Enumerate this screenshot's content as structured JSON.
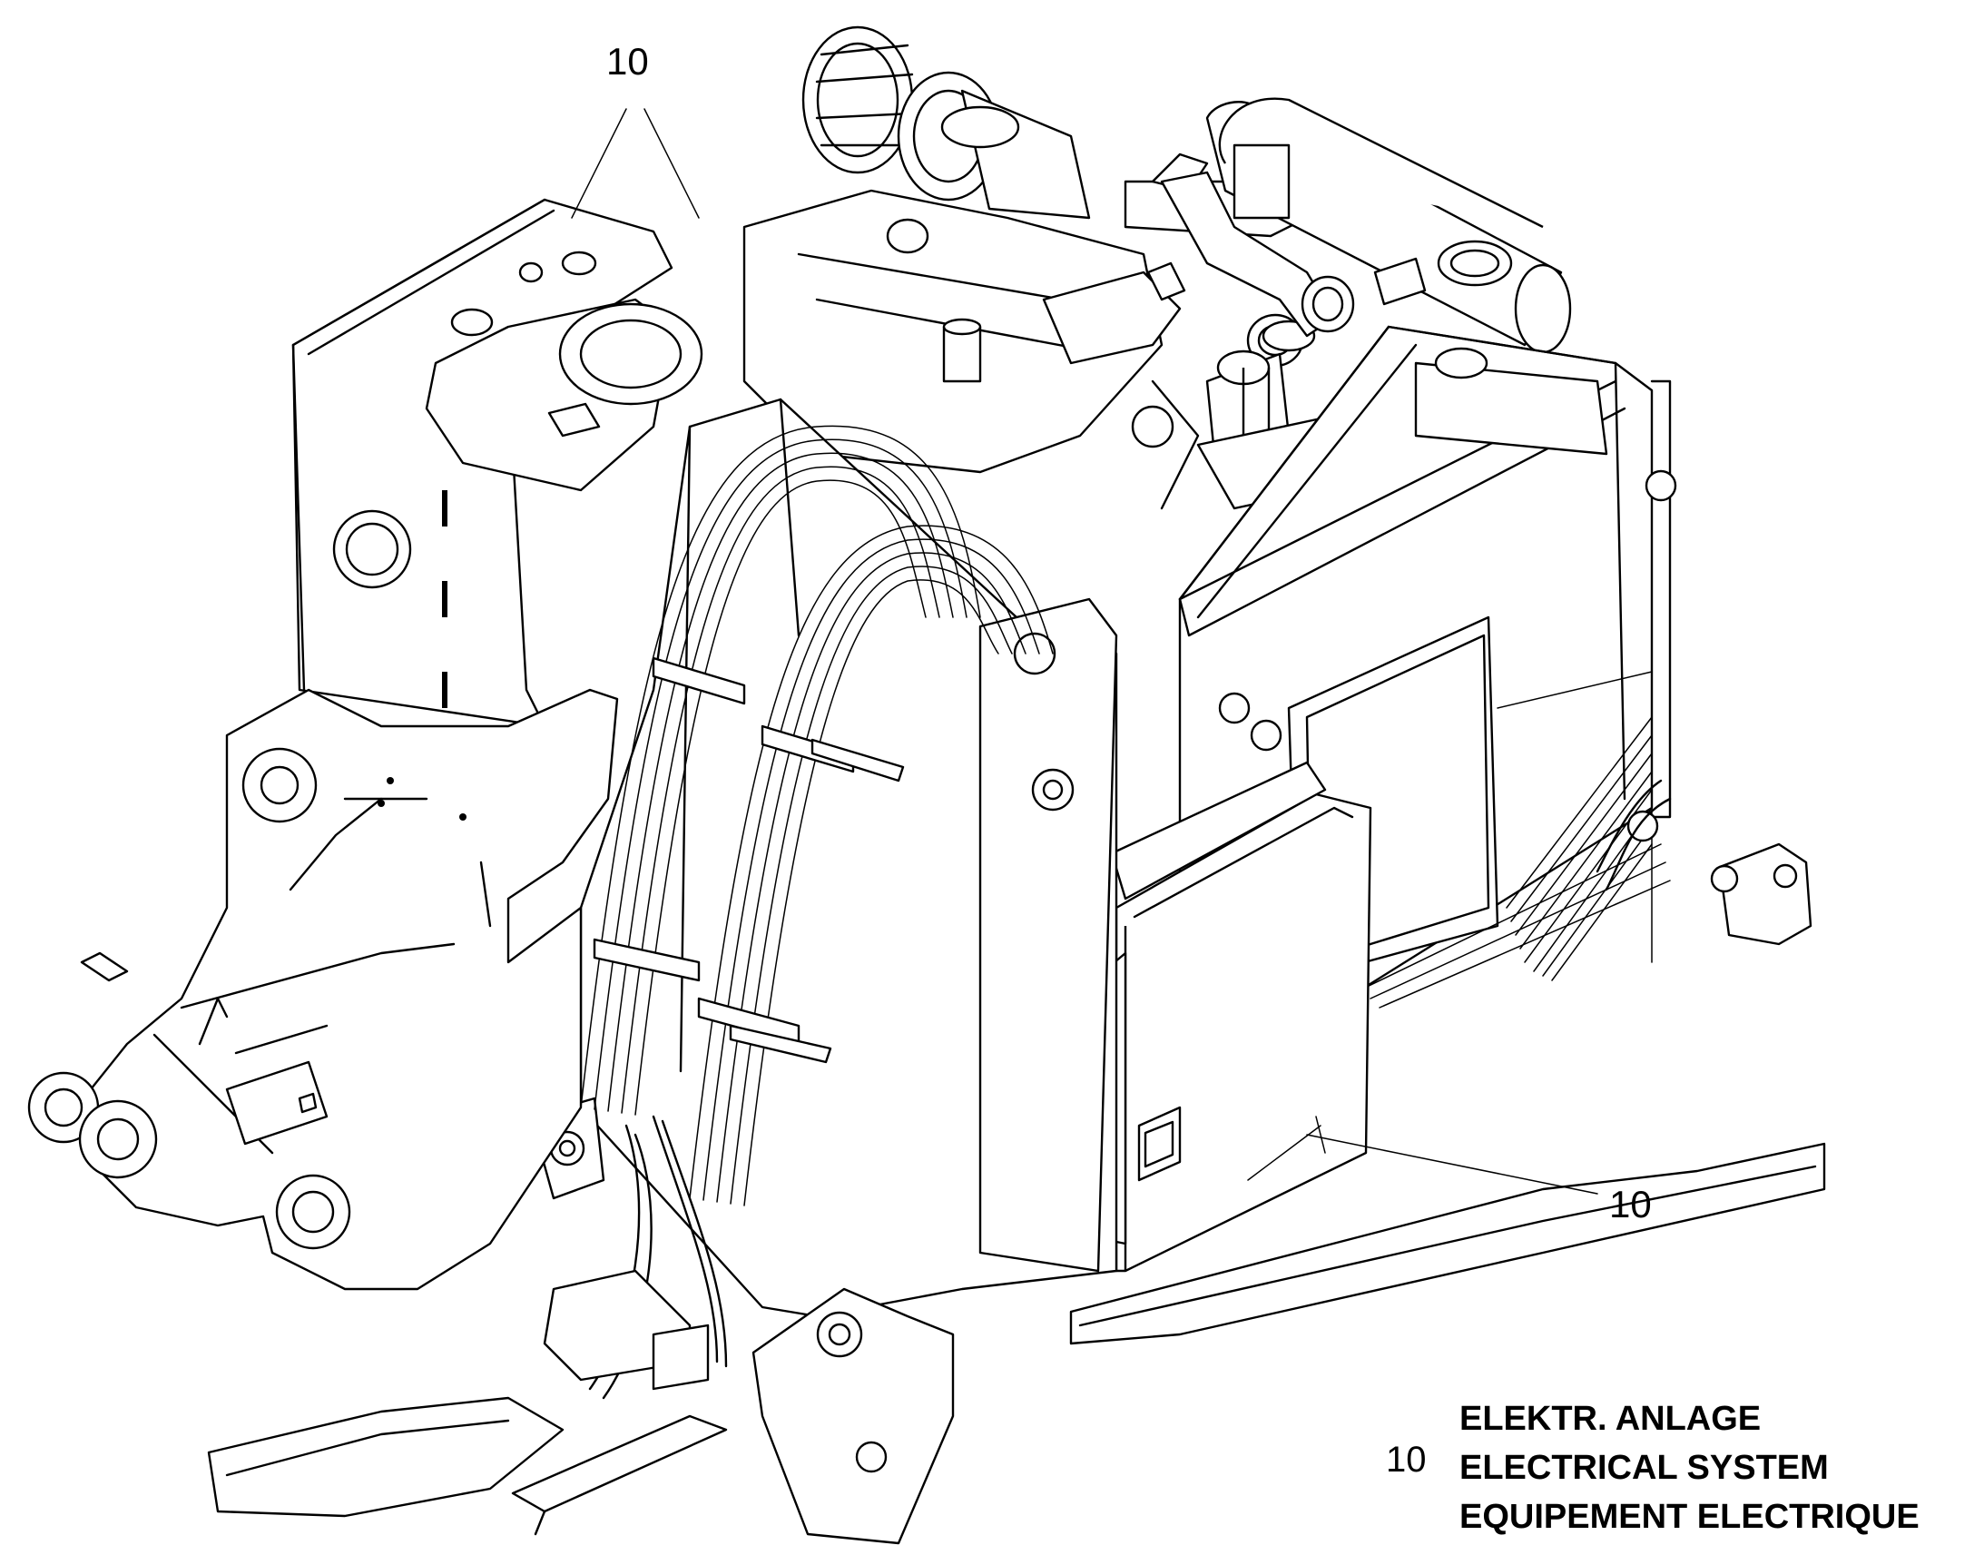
{
  "callouts": [
    {
      "label": "10"
    },
    {
      "label": "10"
    }
  ],
  "legend": {
    "number": "10",
    "lines": [
      "ELEKTR. ANLAGE",
      "ELECTRICAL SYSTEM",
      "EQUIPEMENT ELECTRIQUE"
    ]
  }
}
